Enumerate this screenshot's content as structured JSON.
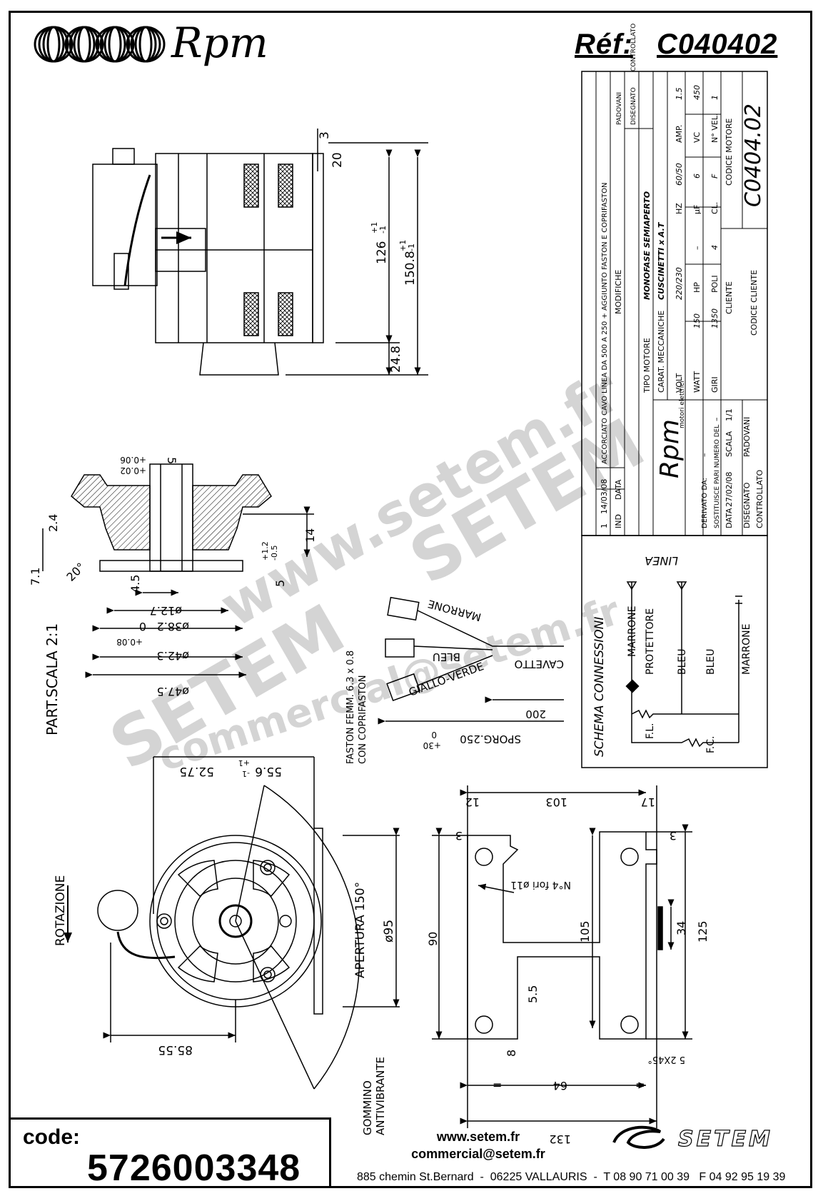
{
  "header": {
    "logo_text": "Rpm",
    "ref_label": "Réf:",
    "ref_value": "C040402"
  },
  "drawing": {
    "side_view": {
      "dims": [
        "3",
        "20",
        "126",
        "+1",
        "-1",
        "150.8",
        "+1",
        "-1",
        "24.8"
      ]
    },
    "section_view": {
      "scale_label": "PART.SCALA 2:1",
      "dims": [
        "+0.06",
        "+0.02",
        "5",
        "2.4",
        "7.1",
        "14",
        "20°",
        "4.5",
        "+1.2",
        "-0.5",
        "5",
        "ø12.7",
        "ø38.2",
        "0",
        "+0.08",
        "ø42.3",
        "ø47.5"
      ]
    },
    "cable": {
      "labels": [
        "MARRONE",
        "BLEU",
        "CAVETTO",
        "GIALLO-VERDE",
        "FASTON FEMM. 6.3 x 0.8",
        "CON COPRIFASTON",
        "200",
        "SPORG.250",
        "+30",
        "0"
      ]
    },
    "front_view": {
      "dims": [
        "52.75",
        "55.6",
        "+1",
        "-1",
        "ø95",
        "APERTURA 150°",
        "85.55",
        "ROTAZIONE",
        "GOMMINO",
        "ANTIVIBRANTE"
      ]
    },
    "bracket_view": {
      "dims": [
        "12",
        "103",
        "17",
        "3",
        "3",
        "N°4 fori ø11",
        "90",
        "105",
        "34",
        "125",
        "5.5",
        "8",
        "5 2X45°",
        "64",
        "132",
        "=",
        "="
      ]
    },
    "schema": {
      "title": "SCHEMA CONNESSIONI",
      "linea": "LINEA",
      "wires": [
        "MARRONE",
        "PROTETTORE",
        "BLEU",
        "BLEU",
        "MARRONE"
      ],
      "fl": "F.L.",
      "fc": "F.C."
    },
    "title_block": {
      "modifiche": [
        {
          "n": "1",
          "date": "14/03/08",
          "text": "ACCORCIATO CAVO LINEA DA 500 A 250 + AGGIUNTO FASTON E COPRIFASTON"
        },
        {
          "n": "–",
          "date": "–",
          "text": "–"
        },
        {
          "n": "–",
          "date": "–",
          "text": "–"
        },
        {
          "n": "–",
          "date": "–",
          "text": "–"
        }
      ],
      "hdr_ind": "IND",
      "hdr_data": "DATA",
      "hdr_modifiche": "MODIFICHE",
      "disegnato": "DISEGNATO",
      "controllato": "CONTROLLATO",
      "disegnato_name": "PADOVANI",
      "tipo_motore_label": "TIPO MOTORE",
      "tipo_motore": "MONOFASE SEMIAPERTO",
      "carat_label": "CARAT. MECCANICHE",
      "carat": "CUSCINETTI x A.T",
      "volt_label": "VOLT",
      "volt": "220/230",
      "hz_label": "HZ",
      "hz": "60/50",
      "amp_label": "AMP.",
      "amp": "1.5",
      "watt_label": "WATT",
      "watt": "150",
      "hp_label": "HP",
      "hp": "–",
      "uf_label": "µF",
      "uf": "6",
      "vc_label": "VC",
      "vc": "450",
      "giri_label": "GIRI",
      "giri": "1350",
      "poli_label": "POLI",
      "poli": "4",
      "cl_label": "CL.",
      "cl": "F",
      "nvel_label": "N° VEL.",
      "nvel": "1",
      "cliente_label": "CLIENTE",
      "codice_cliente_label": "CODICE CLIENTE",
      "codice_motore_label": "CODICE MOTORE",
      "codice_motore": "C0404.02",
      "derivato_label": "DERIVATO DA:",
      "derivato": "–",
      "sostituisce_label": "SOSTITUISCE PARI NUMERO DEL",
      "sostituisce": "–",
      "data_label": "DATA",
      "data": "27/02/08",
      "scala_label": "SCALA",
      "scala": "1/1",
      "disegnato_label": "DISEGNATO",
      "disegnato_by": "PADOVANI",
      "controllato_label": "CONTROLLATO",
      "logo_text": "Rpm",
      "logo_sub": "motori elettrici"
    }
  },
  "watermark": {
    "line1": "www.setem.fr",
    "line2": "SETEM",
    "line3": "SETEM",
    "line4": "commercial@setem.fr"
  },
  "footer": {
    "code_label": "code:",
    "code_value": "5726003348",
    "website": "www.setem.fr",
    "email": "commercial@setem.fr",
    "address": "885 chemin St.Bernard  -  06225 VALLAURIS  -  T 08 90 71 00 39   F 04 92 95 19 39",
    "brand": "SETEM"
  },
  "colors": {
    "ink": "#000000",
    "watermark": "#d4d4d4",
    "paper": "#ffffff"
  }
}
